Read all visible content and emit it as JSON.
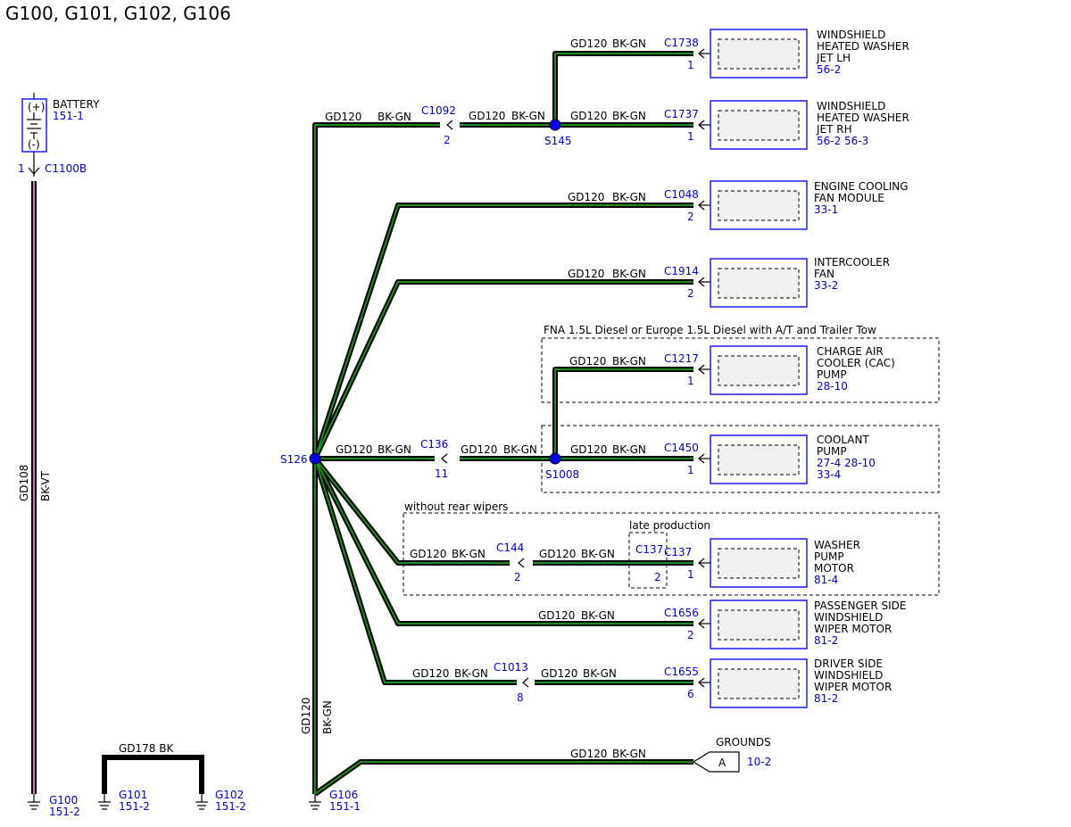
{
  "title": "G100, G101, G102, G106",
  "wire": {
    "gd120": "GD120",
    "bkgn": "BK-GN",
    "gd108": "GD108",
    "bkvt": "BK-VT",
    "gd178_bk": "GD178  BK"
  },
  "battery": {
    "plus": "(+)",
    "minus": "(-)",
    "name": "BATTERY",
    "ref": "151-1",
    "pin": "1",
    "connector": "C1100B"
  },
  "splices": {
    "s126": "S126",
    "s145": "S145",
    "s1008": "S1008"
  },
  "connectors": {
    "c1092": "C1092",
    "c1092_pin": "2",
    "c136": "C136",
    "c136_pin": "11",
    "c144": "C144",
    "c144_pin": "2",
    "c137_late": "C137",
    "c137_late_pin": "2",
    "c1013": "C1013",
    "c1013_pin": "8"
  },
  "components": [
    {
      "conn": "C1738",
      "pin": "1",
      "lines": [
        "WINDSHIELD",
        "HEATED WASHER",
        "JET LH"
      ],
      "refs": "56-2"
    },
    {
      "conn": "C1737",
      "pin": "1",
      "lines": [
        "WINDSHIELD",
        "HEATED WASHER",
        "JET RH"
      ],
      "refs": "56-2   56-3"
    },
    {
      "conn": "C1048",
      "pin": "2",
      "lines": [
        "ENGINE COOLING",
        "FAN MODULE"
      ],
      "refs": "33-1"
    },
    {
      "conn": "C1914",
      "pin": "2",
      "lines": [
        "INTERCOOLER",
        "FAN"
      ],
      "refs": "33-2"
    },
    {
      "conn": "C1217",
      "pin": "1",
      "lines": [
        "CHARGE AIR",
        "COOLER (CAC)",
        "PUMP"
      ],
      "refs": "28-10"
    },
    {
      "conn": "C1450",
      "pin": "1",
      "lines": [
        "COOLANT",
        "PUMP"
      ],
      "refs": "27-4   28-10",
      "refs2": "33-4"
    },
    {
      "conn": "C137",
      "pin": "1",
      "lines": [
        "WASHER",
        "PUMP",
        "MOTOR"
      ],
      "refs": "81-4"
    },
    {
      "conn": "C1656",
      "pin": "2",
      "lines": [
        "PASSENGER SIDE",
        "WINDSHIELD",
        "WIPER MOTOR"
      ],
      "refs": "81-2"
    },
    {
      "conn": "C1655",
      "pin": "6",
      "lines": [
        "DRIVER SIDE",
        "WINDSHIELD",
        "WIPER MOTOR"
      ],
      "refs": "81-2"
    }
  ],
  "options": {
    "fna": "FNA 1.5L Diesel or Europe 1.5L Diesel with A/T and Trailer Tow",
    "rear_wipers": "without rear wipers",
    "late": "late production"
  },
  "grounds": {
    "label": "GROUNDS",
    "letter": "A",
    "ref": "10-2",
    "g100": "G100",
    "g100_ref": "151-2",
    "g101": "G101",
    "g101_ref": "151-2",
    "g102": "G102",
    "g102_ref": "151-2",
    "g106": "G106",
    "g106_ref": "151-1"
  },
  "colors": {
    "wire_green": "#1e8c1e",
    "wire_violet": "#d070d0",
    "label_blue": "#0000cc",
    "splice_blue": "#0000ee"
  }
}
